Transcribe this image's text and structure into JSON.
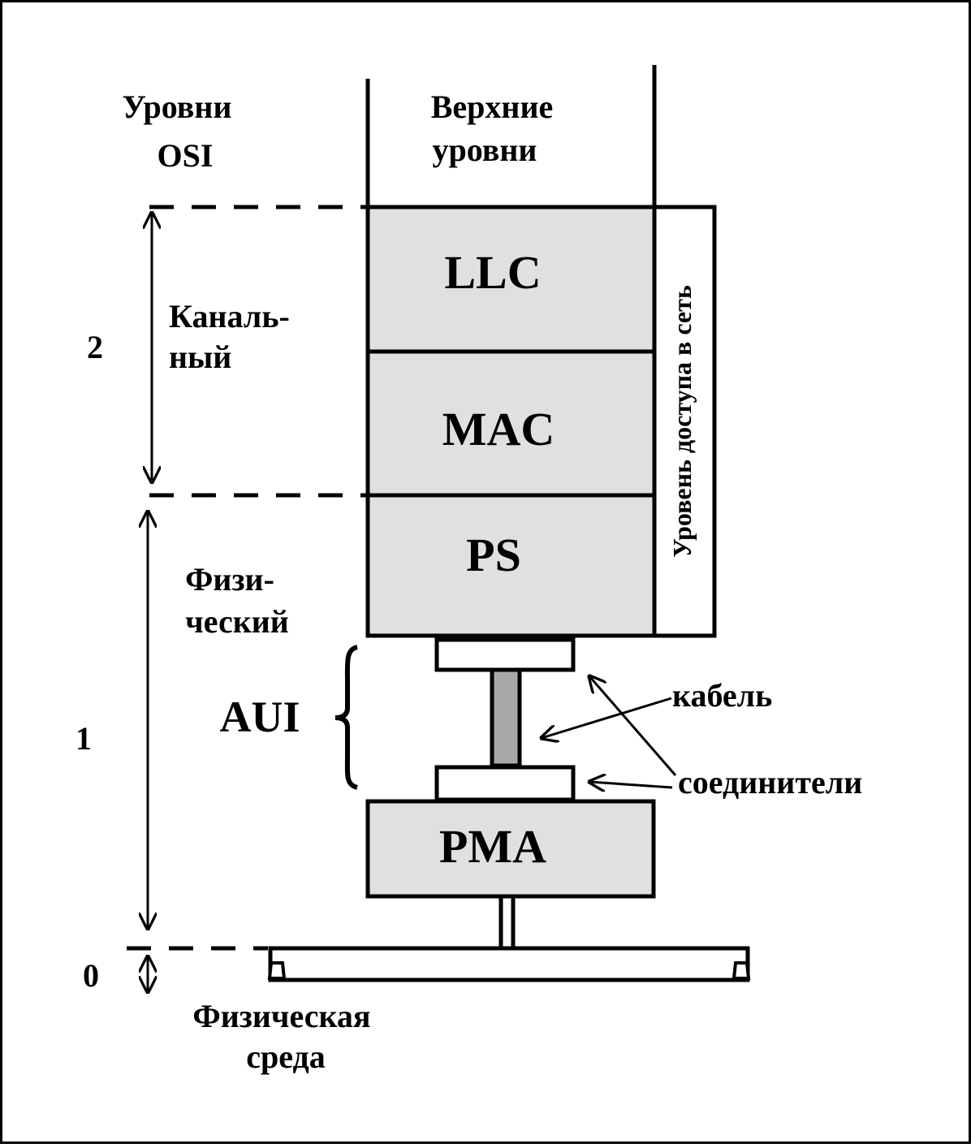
{
  "header": {
    "osi_levels": [
      "Уровни",
      "OSI"
    ],
    "upper_levels": [
      "Верхние",
      "уровни"
    ]
  },
  "left": {
    "data_link": [
      "Каналь-",
      "ный"
    ],
    "physical": [
      "Физи-",
      "ческий"
    ],
    "aui": "AUI",
    "medium": [
      "Физическая",
      "среда"
    ],
    "level_numbers": {
      "two": "2",
      "one": "1",
      "zero": "0"
    }
  },
  "stack": {
    "llc": "LLC",
    "mac": "MAC",
    "ps": "PS",
    "pma": "PMA",
    "access_level": "Уровень доступа в сеть"
  },
  "callouts": {
    "cable": "кабель",
    "connectors": "соединители"
  },
  "colors": {
    "box_fill": "#e0e0e0",
    "cable_fill": "#a8a8a8",
    "line": "#000000",
    "background": "#ffffff"
  }
}
